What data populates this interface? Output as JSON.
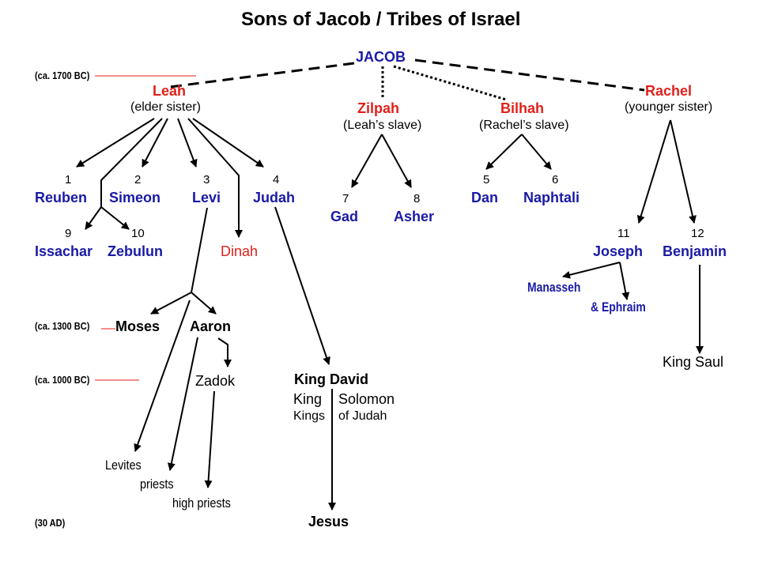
{
  "title": "Sons of Jacob / Tribes of Israel",
  "eras": {
    "e1700": "(ca. 1700 BC)",
    "e1300": "(ca. 1300 BC)",
    "e1000": "(ca. 1000 BC)",
    "e30": "(30 AD)"
  },
  "jacob": "JACOB",
  "mothers": {
    "leah": "Leah",
    "leah_note": "(elder sister)",
    "zilpah": "Zilpah",
    "zilpah_note": "(Leah’s slave)",
    "bilhah": "Bilhah",
    "bilhah_note": "(Rachel’s slave)",
    "rachel": "Rachel",
    "rachel_note": "(younger sister)"
  },
  "sons": {
    "n1": "1",
    "reuben": "Reuben",
    "n2": "2",
    "simeon": "Simeon",
    "n3": "3",
    "levi": "Levi",
    "n4": "4",
    "judah": "Judah",
    "n5": "5",
    "dan": "Dan",
    "n6": "6",
    "naphtali": "Naphtali",
    "n7": "7",
    "gad": "Gad",
    "n8": "8",
    "asher": "Asher",
    "n9": "9",
    "issachar": "Issachar",
    "n10": "10",
    "zebulun": "Zebulun",
    "n11": "11",
    "joseph": "Joseph",
    "n12": "12",
    "benjamin": "Benjamin"
  },
  "dinah": "Dinah",
  "descendants": {
    "manasseh": "Manasseh",
    "ephraim": "& Ephraim",
    "moses": "Moses",
    "aaron": "Aaron",
    "zadok": "Zadok",
    "king_david": "King David",
    "king": "King",
    "solomon": "Solomon",
    "kings": "Kings",
    "of_judah": "of  Judah",
    "king_saul": "King Saul",
    "levites": "Levites",
    "priests": "priests",
    "high_priests": "high priests",
    "jesus": "Jesus"
  }
}
